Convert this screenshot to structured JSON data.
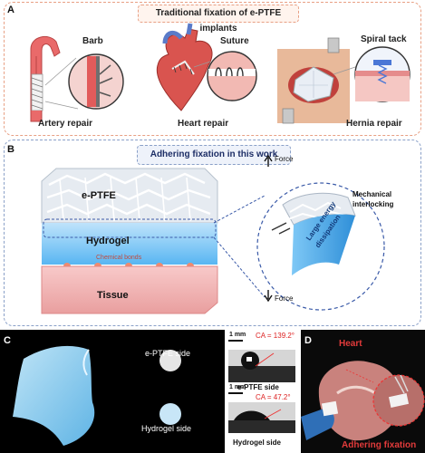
{
  "panel_a": {
    "letter": "A",
    "title": "Traditional fixation of e-PTFE implants",
    "callouts": {
      "barb": "Barb",
      "suture": "Suture",
      "spiral_tack": "Spiral tack"
    },
    "captions": {
      "artery": "Artery repair",
      "heart": "Heart repair",
      "hernia": "Hernia repair"
    }
  },
  "panel_b": {
    "letter": "B",
    "title": "Adhering fixation in this work",
    "layers": {
      "eptfe": "e-PTFE",
      "hydrogel": "Hydrogel",
      "bonds": "Chemical bonds",
      "tissue": "Tissue"
    },
    "zoom": {
      "force_top": "Force",
      "interlock_1": "Mechanical",
      "interlock_2": "interlocking",
      "energy_1": "Large energy",
      "energy_2": "dissipation",
      "force_bottom": "Force"
    }
  },
  "panel_c": {
    "letter": "C",
    "eptfe_side": "e-PTFE side",
    "hydrogel_side": "Hydrogel side",
    "scale_1": "1 mm",
    "scale_2": "1 mm",
    "ca_1": "CA = 139.2°",
    "ca_2": "CA = 47.2°",
    "drop_label_1": "e-PTFE side",
    "drop_label_2": "Hydrogel side"
  },
  "panel_d": {
    "letter": "D",
    "top_label": "Heart",
    "bottom_label": "Adhering fixation"
  }
}
